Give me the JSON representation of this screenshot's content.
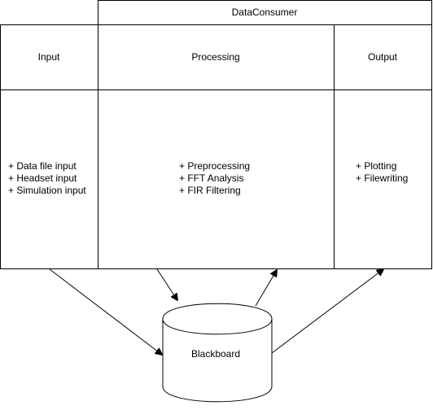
{
  "header": {
    "title": "DataConsumer"
  },
  "columns": [
    {
      "id": "input",
      "title": "Input",
      "items": [
        "+ Data file input",
        "+ Headset input",
        "+ Simulation input"
      ]
    },
    {
      "id": "processing",
      "title": "Processing",
      "items": [
        "+ Preprocessing",
        "+ FFT Analysis",
        "+ FIR Filtering"
      ]
    },
    {
      "id": "output",
      "title": "Output",
      "items": [
        "+ Plotting",
        "+ Filewriting"
      ]
    }
  ],
  "storage": {
    "label": "Blackboard"
  },
  "connections": [
    {
      "from": "input",
      "to": "storage"
    },
    {
      "from": "processing",
      "to": "storage"
    },
    {
      "from": "storage",
      "to": "processing"
    },
    {
      "from": "storage",
      "to": "output"
    }
  ]
}
